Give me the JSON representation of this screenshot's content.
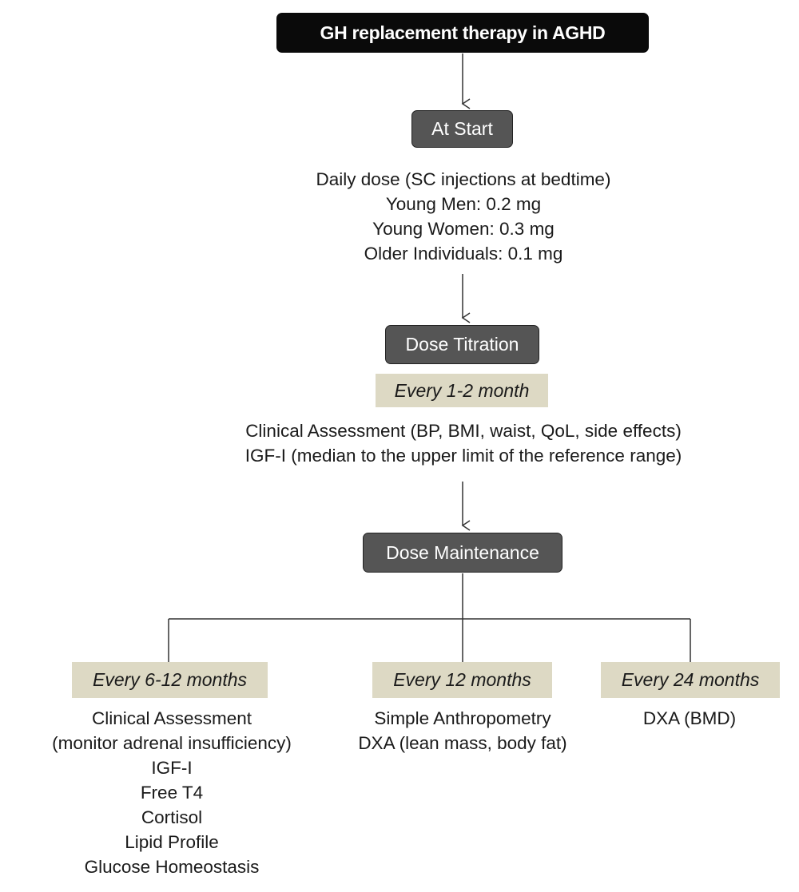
{
  "title": "GH replacement therapy in AGHD",
  "stages": {
    "start": {
      "label": "At Start",
      "details": [
        "Daily dose (SC injections at bedtime)",
        "Young Men:  0.2 mg",
        "Young Women: 0.3 mg",
        "Older Individuals: 0.1 mg"
      ]
    },
    "titration": {
      "label": "Dose Titration",
      "frequency": "Every 1-2 month",
      "details": [
        "Clinical Assessment (BP, BMI, waist, QoL, side effects)",
        "IGF-I (median to the upper limit of the reference range)"
      ]
    },
    "maintenance": {
      "label": "Dose Maintenance",
      "branches": [
        {
          "frequency": "Every 6-12 months",
          "items": [
            "Clinical Assessment",
            "(monitor adrenal insufficiency)",
            "IGF-I",
            "Free T4",
            "Cortisol",
            "Lipid Profile",
            "Glucose Homeostasis"
          ]
        },
        {
          "frequency": "Every 12 months",
          "items": [
            "Simple Anthropometry",
            "DXA (lean mass, body fat)"
          ]
        },
        {
          "frequency": "Every 24 months",
          "items": [
            "DXA (BMD)"
          ]
        }
      ]
    }
  },
  "colors": {
    "title_box": "#0a0a0a",
    "stage_box": "#555555",
    "frequency_highlight": "#ddd9c4",
    "connector": "#333333"
  }
}
